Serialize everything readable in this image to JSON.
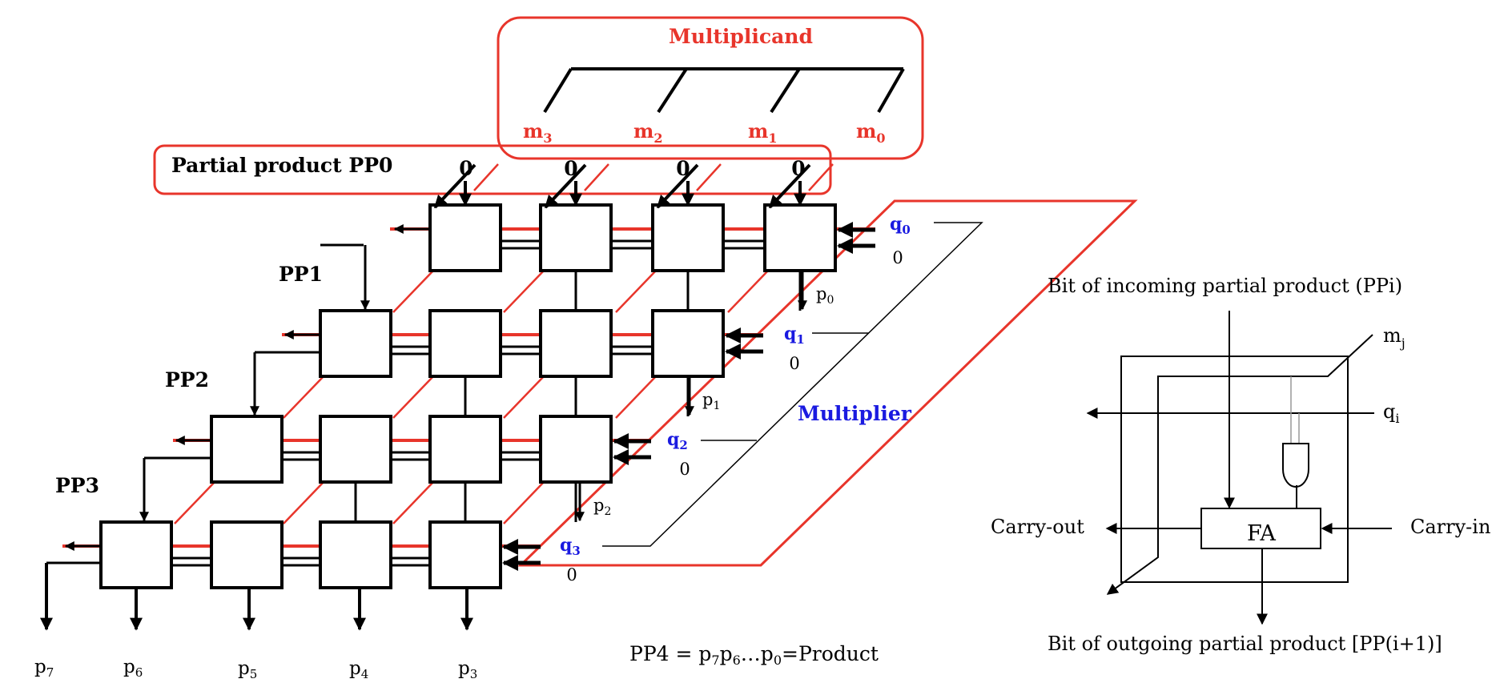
{
  "multiplicand": {
    "title": "Multiplicand",
    "bits": [
      {
        "name": "m",
        "sub": "3"
      },
      {
        "name": "m",
        "sub": "2"
      },
      {
        "name": "m",
        "sub": "1"
      },
      {
        "name": "m",
        "sub": "0"
      }
    ]
  },
  "pp0": {
    "label": "Partial product PP0",
    "zeros": [
      "0",
      "0",
      "0",
      "0"
    ]
  },
  "pp_labels": [
    "PP1",
    "PP2",
    "PP3"
  ],
  "multiplier": {
    "title": "Multiplier",
    "bits": [
      {
        "name": "q",
        "sub": "0"
      },
      {
        "name": "q",
        "sub": "1"
      },
      {
        "name": "q",
        "sub": "2"
      },
      {
        "name": "q",
        "sub": "3"
      }
    ],
    "carry_zeros": [
      "0",
      "0",
      "0",
      "0"
    ]
  },
  "product_bits": [
    {
      "name": "p",
      "sub": "0"
    },
    {
      "name": "p",
      "sub": "1"
    },
    {
      "name": "p",
      "sub": "2"
    },
    {
      "name": "p",
      "sub": "3"
    },
    {
      "name": "p",
      "sub": "4"
    },
    {
      "name": "p",
      "sub": "5"
    },
    {
      "name": "p",
      "sub": "6"
    },
    {
      "name": "p",
      "sub": "7"
    }
  ],
  "equation": {
    "lhs": "PP4 = p",
    "s7": "7",
    "p6": "p",
    "s6": "6",
    "dots": "…p",
    "s0": "0",
    "rhs": "=Product"
  },
  "cell_detail": {
    "incoming": "Bit of incoming partial product (PPi)",
    "outgoing": "Bit of outgoing partial product [PP(i+1)]",
    "mj": {
      "name": "m",
      "sub": "j"
    },
    "qi": {
      "name": "q",
      "sub": "i"
    },
    "carry_out": "Carry-out",
    "carry_in": "Carry-in",
    "fa": "FA"
  },
  "colors": {
    "red": "#e8352b",
    "blue": "#1a1ae0",
    "black": "#000000"
  }
}
